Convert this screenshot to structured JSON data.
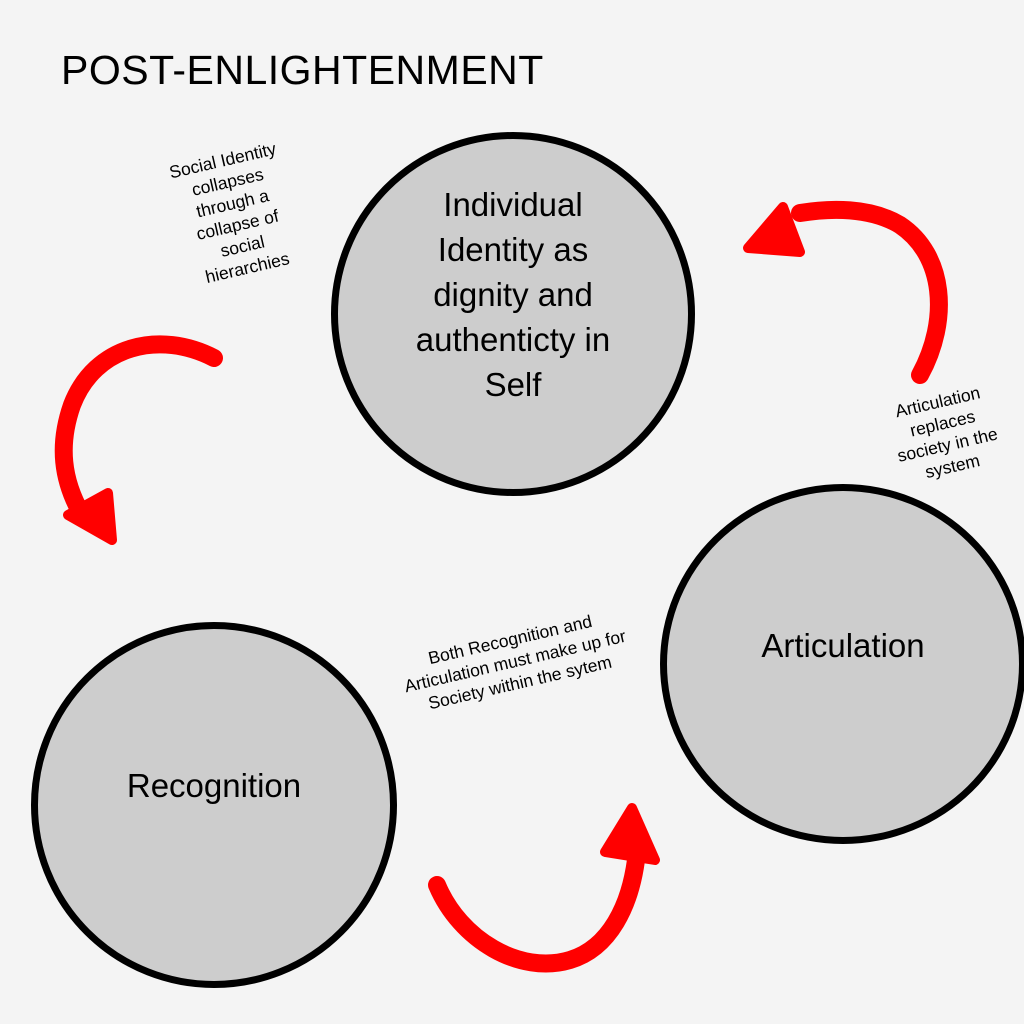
{
  "title": "POST-ENLIGHTENMENT",
  "colors": {
    "background": "#f4f4f4",
    "circle_fill": "#cdcdcd",
    "circle_stroke": "#000000",
    "arrow": "#ff0000",
    "text": "#000000"
  },
  "nodes": [
    {
      "id": "individual-identity",
      "label": "Individual Identity as dignity and authenticty in Self"
    },
    {
      "id": "articulation",
      "label": "Articulation"
    },
    {
      "id": "recognition",
      "label": "Recognition"
    }
  ],
  "annotations": {
    "social_identity": "Social Identity\ncollapses\nthrough a\ncollapse of\nsocial\nhierarchies",
    "articulation_replaces": "Articulation\nreplaces\nsociety in the\nsystem",
    "both_recognition": "Both Recognition and\nArticulation must make up for\nSociety within the sytem"
  },
  "arrows": [
    {
      "id": "arrow-identity-to-recognition",
      "from": "individual-identity",
      "to": "recognition",
      "icon": "curved-arrow-down-icon"
    },
    {
      "id": "arrow-recognition-to-articulation",
      "from": "recognition",
      "to": "articulation",
      "icon": "curved-arrow-up-icon"
    },
    {
      "id": "arrow-articulation-to-identity",
      "from": "articulation",
      "to": "individual-identity",
      "icon": "curved-arrow-left-icon"
    }
  ]
}
